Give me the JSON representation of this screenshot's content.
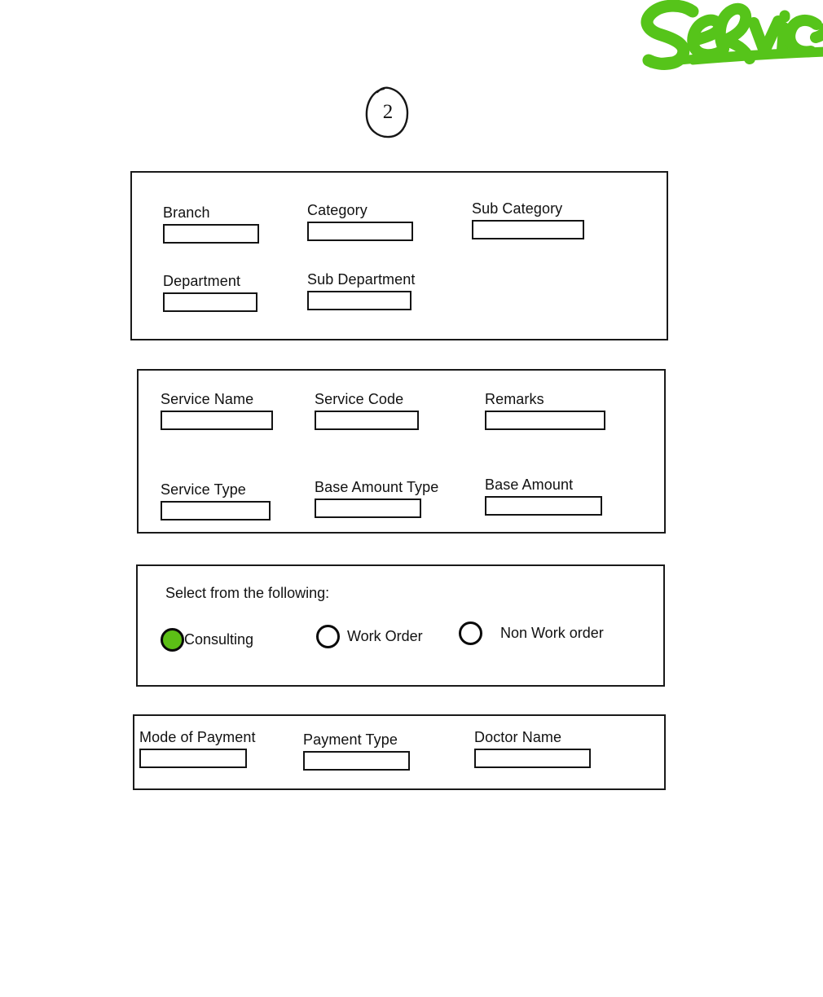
{
  "annotations": {
    "handwritten_title": "Service",
    "handwritten_color": "#56c41a",
    "page_number": "2"
  },
  "theme": {
    "selected_radio_color": "#5cbf16",
    "border_color": "#1a1a1a",
    "background": "#ffffff"
  },
  "panels": {
    "branch": {
      "name": "branch-panel",
      "fields": [
        {
          "label": "Branch",
          "value": "",
          "placeholder": ""
        },
        {
          "label": "Category",
          "value": "",
          "placeholder": ""
        },
        {
          "label": "Sub Category",
          "value": "",
          "placeholder": ""
        },
        {
          "label": "Department",
          "value": "",
          "placeholder": ""
        },
        {
          "label": "Sub Department",
          "value": "",
          "placeholder": ""
        }
      ]
    },
    "service": {
      "name": "service-panel",
      "fields": [
        {
          "label": "Service Name",
          "value": "",
          "placeholder": ""
        },
        {
          "label": "Service Code",
          "value": "",
          "placeholder": ""
        },
        {
          "label": "Remarks",
          "value": "",
          "placeholder": ""
        },
        {
          "label": "Service Type",
          "value": "",
          "placeholder": ""
        },
        {
          "label": "Base Amount Type",
          "value": "",
          "placeholder": ""
        },
        {
          "label": "Base Amount",
          "value": "",
          "placeholder": ""
        }
      ]
    },
    "selection": {
      "name": "selection-panel",
      "prompt": "Select from the following:",
      "options": [
        {
          "label": "Consulting",
          "selected": true
        },
        {
          "label": "Work Order",
          "selected": false
        },
        {
          "label": "Non Work order",
          "selected": false
        }
      ]
    },
    "payment": {
      "name": "payment-panel",
      "fields": [
        {
          "label": "Mode of Payment",
          "value": "",
          "placeholder": ""
        },
        {
          "label": "Payment Type",
          "value": "",
          "placeholder": ""
        },
        {
          "label": "Doctor Name",
          "value": "",
          "placeholder": ""
        }
      ]
    }
  }
}
